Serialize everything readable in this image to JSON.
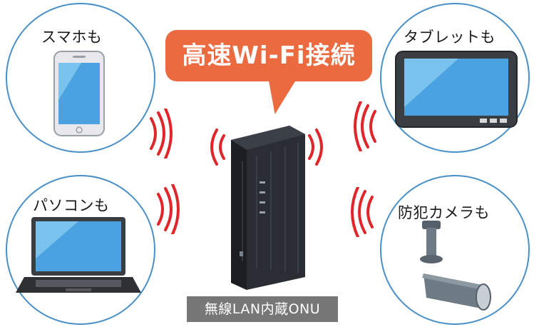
{
  "headline": "高速Wi-Fi接続",
  "caption": "無線LAN内蔵ONU",
  "devices": {
    "smartphone": "スマホも",
    "tablet": "タブレットも",
    "pc": "パソコンも",
    "camera": "防犯カメラも"
  },
  "colors": {
    "circle_border": "#4a90c8",
    "bubble": "#ec6a3f",
    "wave": "#e0262a",
    "caption_bg": "#777777"
  }
}
